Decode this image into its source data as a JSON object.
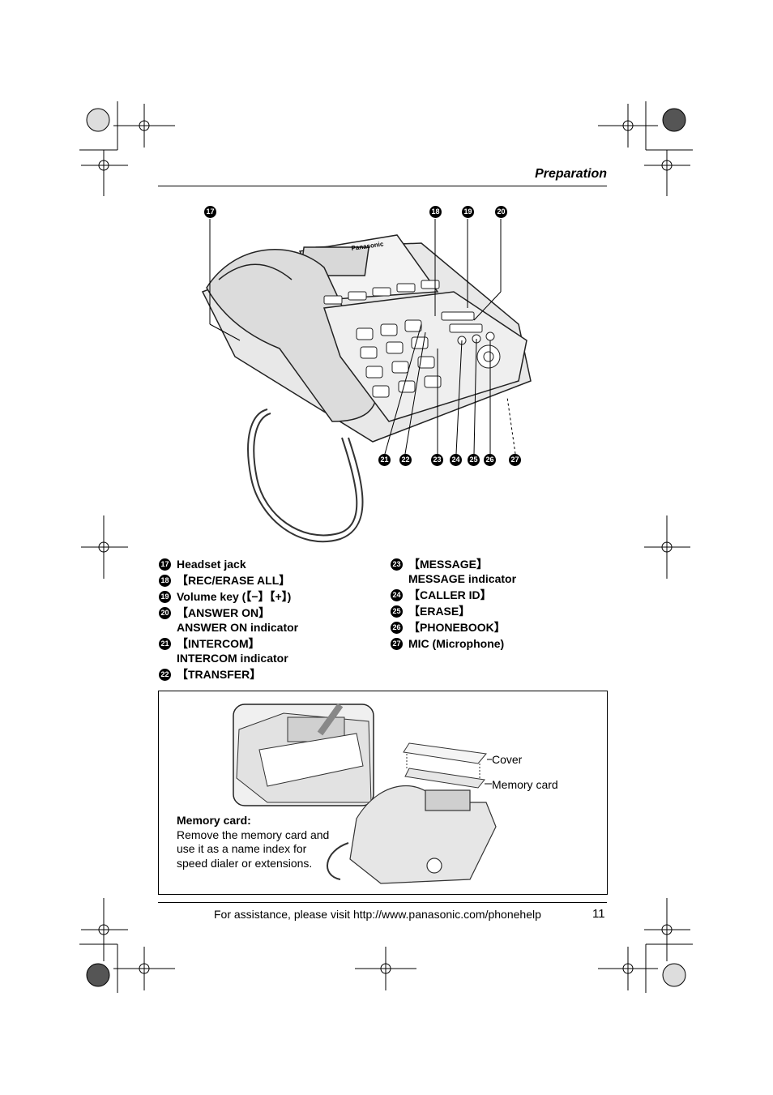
{
  "header": {
    "section_title": "Preparation"
  },
  "diagram": {
    "brand": "Panasonic",
    "callouts_top": [
      "17",
      "18",
      "19",
      "20"
    ],
    "callouts_bottom": [
      "21",
      "22",
      "23",
      "24",
      "25",
      "26",
      "27"
    ]
  },
  "legend_left": [
    {
      "num": "17",
      "lines": [
        "Headset jack"
      ]
    },
    {
      "num": "18",
      "lines": [
        "【REC/ERASE ALL】"
      ]
    },
    {
      "num": "19",
      "lines": [
        "Volume key (【−】【+】)"
      ]
    },
    {
      "num": "20",
      "lines": [
        "【ANSWER ON】",
        "ANSWER ON indicator"
      ]
    },
    {
      "num": "21",
      "lines": [
        "【INTERCOM】",
        "INTERCOM indicator"
      ]
    },
    {
      "num": "22",
      "lines": [
        "【TRANSFER】"
      ]
    }
  ],
  "legend_right": [
    {
      "num": "23",
      "lines": [
        "【MESSAGE】",
        "MESSAGE indicator"
      ]
    },
    {
      "num": "24",
      "lines": [
        "【CALLER ID】"
      ]
    },
    {
      "num": "25",
      "lines": [
        "【ERASE】"
      ]
    },
    {
      "num": "26",
      "lines": [
        "【PHONEBOOK】"
      ]
    },
    {
      "num": "27",
      "lines": [
        "MIC (Microphone)"
      ]
    }
  ],
  "memory_box": {
    "cover_label": "Cover",
    "card_label": "Memory card",
    "heading": "Memory card:",
    "body": "Remove the memory card and use it as a name index for speed dialer or extensions."
  },
  "footer": {
    "assist_text": "For assistance, please visit http://www.panasonic.com/phonehelp",
    "page_number": "11"
  }
}
